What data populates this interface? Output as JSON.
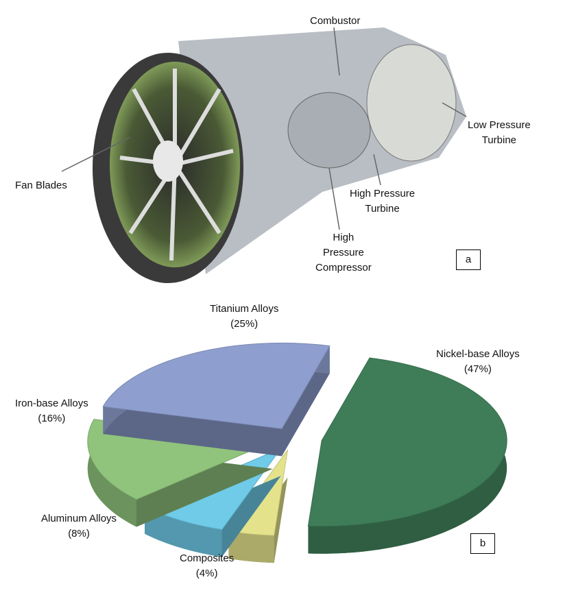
{
  "panel_a": {
    "tag": "a",
    "labels": {
      "combustor": "Combustor",
      "lpt": "Low Pressure\nTurbine",
      "fan": "Fan Blades",
      "hpt": "High Pressure\nTurbine",
      "hpc": "High\nPressure\nCompressor"
    }
  },
  "panel_b": {
    "tag": "b"
  },
  "chart_data": {
    "type": "pie",
    "style": "3d-exploded",
    "title": "",
    "slices": [
      {
        "name": "Nickel-base Alloys",
        "value": 47,
        "label": "Nickel-base Alloys\n(47%)",
        "color": "#3e7d58"
      },
      {
        "name": "Composites",
        "value": 4,
        "label": "Composites\n(4%)",
        "color": "#e4e38c"
      },
      {
        "name": "Aluminum Alloys",
        "value": 8,
        "label": "Aluminum Alloys\n(8%)",
        "color": "#6fcbe8"
      },
      {
        "name": "Iron-base Alloys",
        "value": 16,
        "label": "Iron-base Alloys\n(16%)",
        "color": "#90c47c"
      },
      {
        "name": "Titanium Alloys",
        "value": 25,
        "label": "Titanium Alloys\n(25%)",
        "color": "#8e9fcf"
      }
    ]
  }
}
